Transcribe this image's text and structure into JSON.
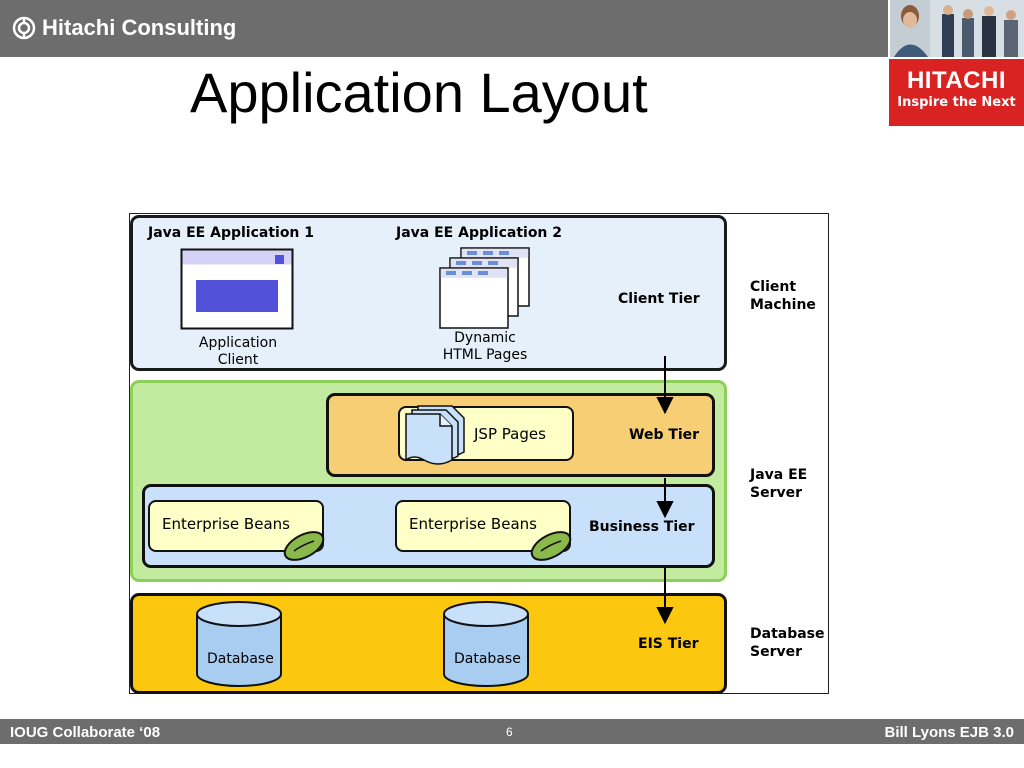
{
  "header": {
    "brand_name": "Hitachi Consulting",
    "logo_word": "HITACHI",
    "logo_tagline": "Inspire the Next"
  },
  "slide": {
    "title": "Application Layout"
  },
  "diagram": {
    "client_tier": {
      "app1_title": "Java EE Application 1",
      "app2_title": "Java EE Application 2",
      "app_client_line1": "Application",
      "app_client_line2": "Client",
      "dynamic_line1": "Dynamic",
      "dynamic_line2": "HTML Pages",
      "tier_label": "Client Tier",
      "machine_line1": "Client",
      "machine_line2": "Machine"
    },
    "web_tier": {
      "jsp_label": "JSP Pages",
      "tier_label": "Web Tier"
    },
    "business_tier": {
      "bean1_label": "Enterprise Beans",
      "bean2_label": "Enterprise Beans",
      "tier_label": "Business Tier"
    },
    "server_line1": "Java EE",
    "server_line2": "Server",
    "eis_tier": {
      "db1_label": "Database",
      "db2_label": "Database",
      "tier_label": "EIS Tier",
      "machine_line1": "Database",
      "machine_line2": "Server"
    },
    "colors": {
      "client_tier_fill": "#e6f0fa",
      "server_fill": "#c2eba0",
      "web_tier_fill": "#f7ce73",
      "business_tier_fill": "#c8e0fa",
      "eis_tier_fill": "#fbc80f",
      "bean_fill": "#ffffc8",
      "database_fill": "#a8cdf0"
    }
  },
  "footer": {
    "left_text": "IOUG Collaborate ‘08",
    "page_number": "6",
    "right_text": "Bill Lyons EJB 3.0"
  }
}
